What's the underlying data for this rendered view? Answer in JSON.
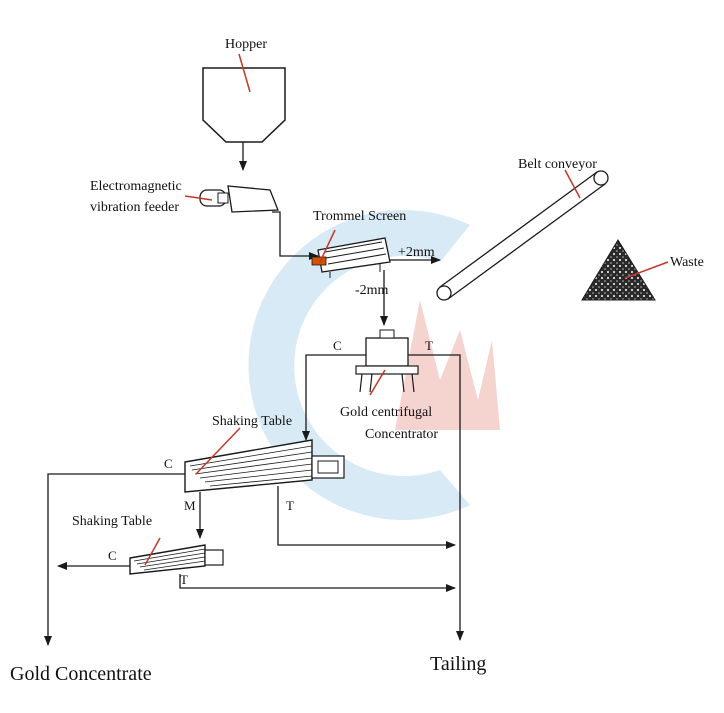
{
  "labels": {
    "hopper": "Hopper",
    "feeder_line1": "Electromagnetic",
    "feeder_line2": "vibration feeder",
    "trommel": "Trommel Screen",
    "plus2mm": "+2mm",
    "minus2mm": "-2mm",
    "belt": "Belt conveyor",
    "waste": "Waste",
    "centrifugal_c": "C",
    "centrifugal_t": "T",
    "centrifugal_line1": "Gold centrifugal",
    "centrifugal_line2": "Concentrator",
    "shaking_table_1": "Shaking Table",
    "table1_c": "C",
    "table1_m": "M",
    "table1_t": "T",
    "shaking_table_2": "Shaking Table",
    "table2_c": "C",
    "table2_t": "T",
    "gold_concentrate": "Gold Concentrate",
    "tailing": "Tailing"
  },
  "colors": {
    "line": "#1a1a1a",
    "pointer": "#c0392b",
    "watermark_blue": "#cfe6f3",
    "watermark_red": "#f3c9c4"
  }
}
